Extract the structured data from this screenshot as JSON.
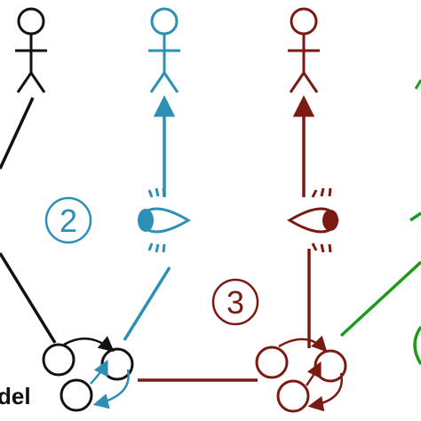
{
  "colors": {
    "black": "#111111",
    "blue": "#2c8fb6",
    "red": "#7a1a12",
    "green": "#1c9a1c"
  },
  "labels": {
    "step_2": "2",
    "step_3": "3",
    "model_fragment": "del"
  },
  "icons": [
    "person-icon",
    "eye-icon",
    "state-machine-icon"
  ]
}
